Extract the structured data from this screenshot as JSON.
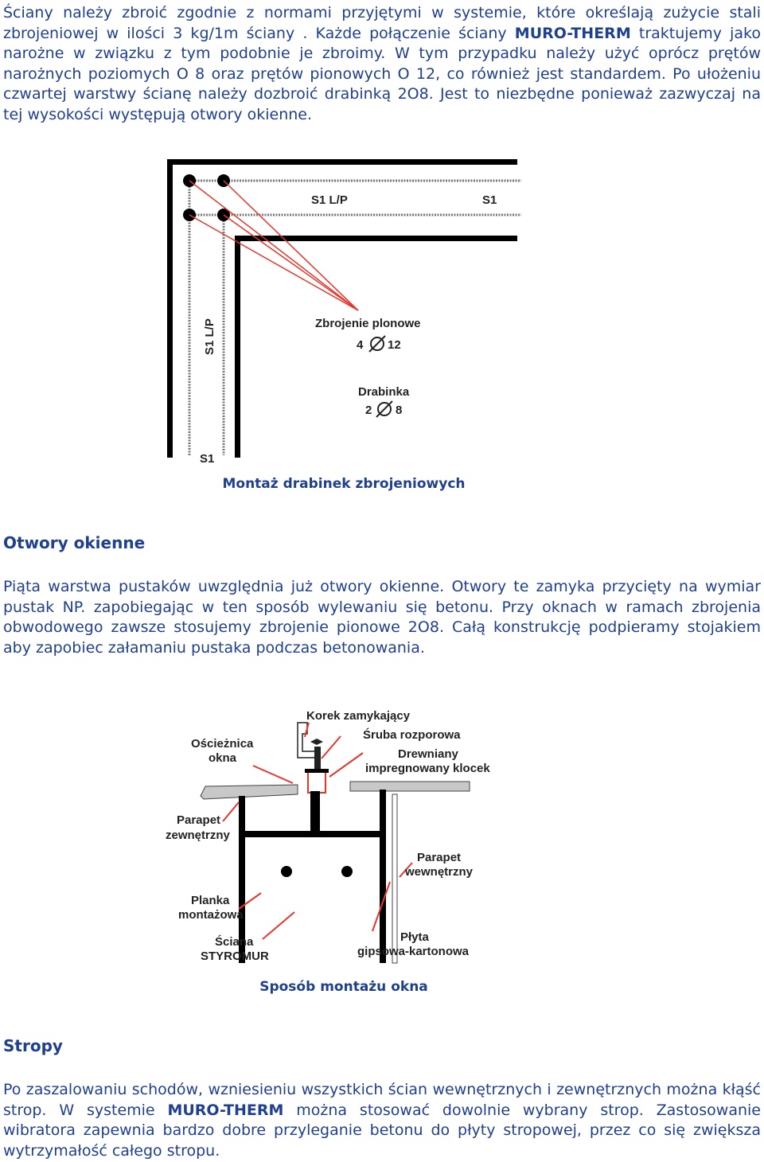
{
  "section1": {
    "text_parts": [
      "Ściany należy zbroić zgodnie z normami przyjętymi w systemie, które określają zużycie stali zbrojeniowej w ilości 3 kg/1m ściany . Każde połączenie ściany ",
      "MURO-THERM",
      " traktujemy jako narożne w związku z tym podobnie je zbroimy. W tym przypadku należy użyć oprócz prętów narożnych poziomych O 8 oraz prętów pionowych O 12, co również jest standardem. Po ułożeniu czwartej warstwy ścianę należy dozbroić drabinką 2O8. Jest to niezbędne ponieważ zazwyczaj na tej wysokości występują otwory okienne."
    ]
  },
  "figure1": {
    "labels": {
      "s1lp_h": "S1 L/P",
      "s1_h": "S1",
      "s1lp_v": "S1 L/P",
      "s1_v": "S1",
      "vertical_reinf_title": "Zbrojenie plonowe",
      "vertical_reinf_count": "4",
      "vertical_reinf_diam": "12",
      "ladder_title": "Drabinka",
      "ladder_count": "2",
      "ladder_diam": "8"
    },
    "caption": "Montaż drabinek zbrojeniowych"
  },
  "section2": {
    "heading": "Otwory okienne",
    "text": "Piąta warstwa pustaków uwzględnia już otwory okienne. Otwory te zamyka przycięty na wymiar pustak NP. zapobiegając w ten sposób wylewaniu się betonu. Przy oknach w ramach zbrojenia obwodowego zawsze stosujemy zbrojenie pionowe 2O8. Całą konstrukcję podpieramy stojakiem aby zapobiec załamaniu pustaka podczas betonowania."
  },
  "figure2": {
    "labels": {
      "korek": "Korek zamykający",
      "sruba": "Śruba rozporowa",
      "klocek1": "Drewniany",
      "klocek2": "impregnowany klocek",
      "oscieznica1": "Ościeżnica",
      "oscieznica2": "okna",
      "parapet_zew1": "Parapet",
      "parapet_zew2": "zewnętrzny",
      "parapet_wew1": "Parapet",
      "parapet_wew2": "wewnętrzny",
      "planka1": "Planka",
      "planka2": "montażowa",
      "sciana1": "Ściana",
      "sciana2": "STYROMUR",
      "plyta1": "Płyta",
      "plyta2": "gipsowa-kartonowa"
    },
    "caption": "Sposób montażu okna"
  },
  "section3": {
    "heading": "Stropy",
    "text_parts": [
      "Po zaszalowaniu schodów, wzniesieniu wszystkich ścian wewnętrznych i zewnętrznych można kłąść strop. W systemie ",
      "MURO-THERM",
      " można stosować dowolnie wybrany strop. Zastosowanie wibratora zapewnia bardzo dobre przyleganie betonu do płyty stropowej, przez co się zwiększa wytrzymałość całego stropu."
    ]
  },
  "colors": {
    "text": "#1f3f8f",
    "arrow": "#e8352b",
    "wall": "#000000"
  }
}
